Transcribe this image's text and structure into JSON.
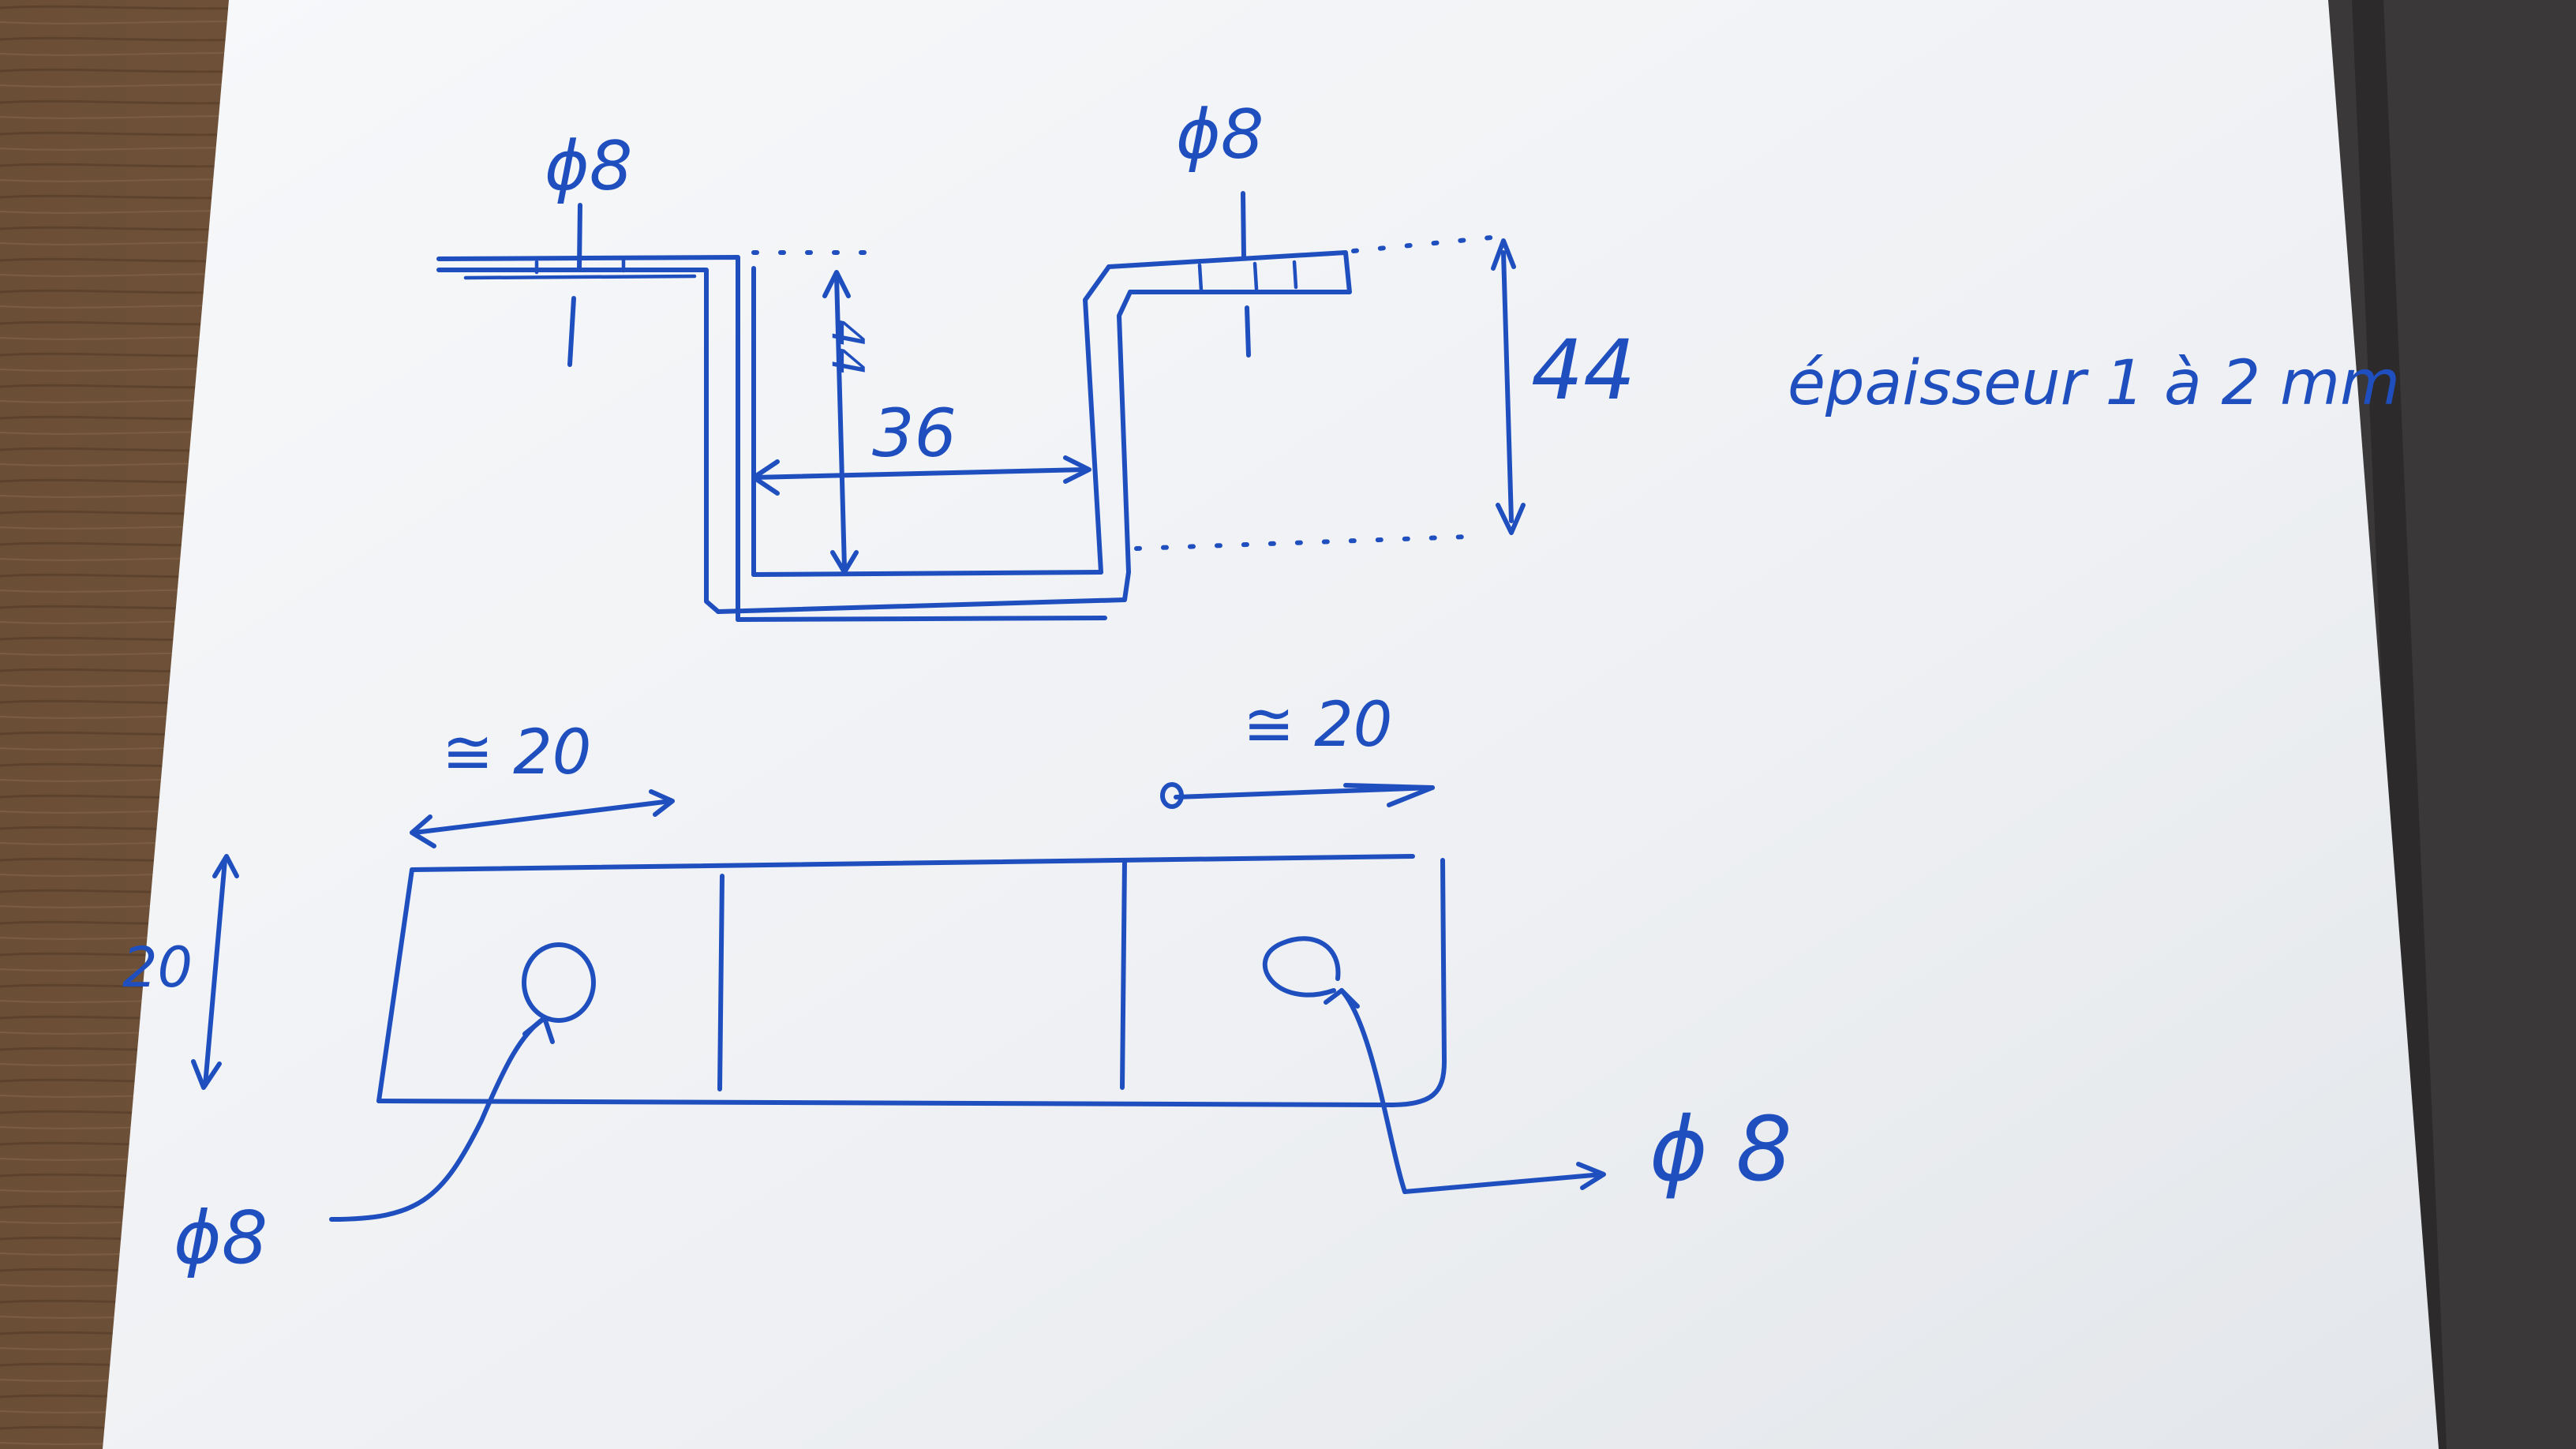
{
  "sketch": {
    "top_view": {
      "hole_left": "ϕ8",
      "hole_right": "ϕ8",
      "height_dim": "44",
      "width_dim": "36",
      "inner_dim": "44",
      "thickness_note": "épaisseur 1 à 2 mm"
    },
    "front_view": {
      "left_segment": "≅ 20",
      "right_segment": "≅ 20",
      "height_dim": "20",
      "hole_left": "ϕ8",
      "hole_right": "ϕ 8"
    }
  },
  "colors": {
    "ink": "#1f4fbf",
    "paper": "#f4f5f7",
    "wood": "#6b4e36",
    "dark_surface": "#3a3838"
  }
}
